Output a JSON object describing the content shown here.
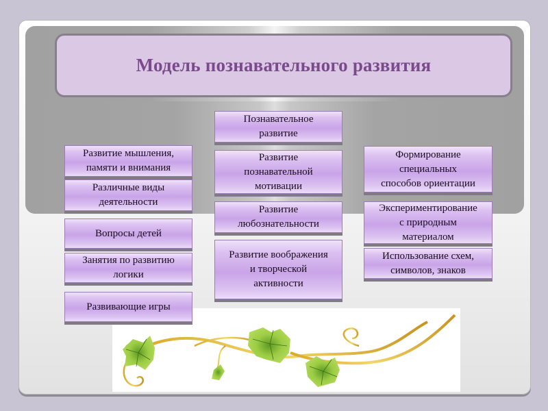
{
  "slide": {
    "title": "Модель познавательного развития",
    "colors": {
      "background": "#c9c4d3",
      "title_text": "#7a4a8c",
      "title_box": "#dbc8e4",
      "box_fill": "#c9a4e8",
      "box_text": "#1a0c1f",
      "vine_stem": "#d4a22a",
      "vine_leaf": "#8cc43a"
    }
  },
  "center_column": {
    "items": [
      {
        "label": "Познавательное\nразвитие"
      },
      {
        "label": "Развитие\nпознавательной\nмотивации"
      },
      {
        "label": "Развитие\nлюбознательности"
      },
      {
        "label": "Развитие воображения\nи творческой\nактивности"
      }
    ]
  },
  "left_column": {
    "items": [
      {
        "label": "Развитие мышления,\nпамяти и внимания"
      },
      {
        "label": "Различные виды\nдеятельности"
      },
      {
        "label": "Вопросы детей"
      },
      {
        "label": "Занятия по развитию\nлогики"
      },
      {
        "label": "Развивающие игры"
      }
    ]
  },
  "right_column": {
    "items": [
      {
        "label": "Формирование\nспециальных\nспособов ориентации"
      },
      {
        "label": "Экспериментирование\nс природным\nматериалом"
      },
      {
        "label": "Использование схем,\nсимволов, знаков"
      }
    ]
  },
  "decoration": {
    "image": "grape-vine-icon"
  }
}
